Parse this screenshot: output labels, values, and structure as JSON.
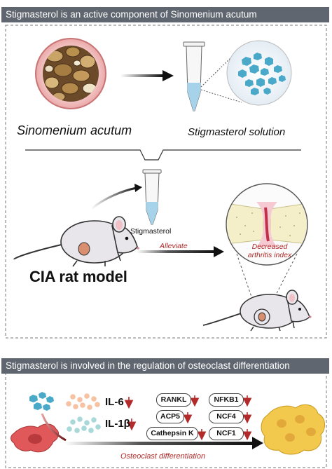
{
  "panel_top": {
    "banner": "Stigmasterol is an active component of Sinomenium acutum",
    "herb_label": "Sinomenium acutum",
    "solution_label": "Stigmasterol solution",
    "tube_label": "Stigmasterol",
    "model_label": "CIA rat model",
    "alleviate_label": "Alleviate",
    "outcome_line1": "Decreased",
    "outcome_line2": "arthritis index"
  },
  "panel_bottom": {
    "banner": "Stigmasterol is involved in the regulation of osteoclast differentiation",
    "cytokines": [
      {
        "label": "IL-6",
        "direction": "down"
      },
      {
        "label": "IL-1β",
        "direction": "down"
      }
    ],
    "markers": [
      {
        "label": "RANKL",
        "direction": "down"
      },
      {
        "label": "NFKB1",
        "direction": "down"
      },
      {
        "label": "ACP5",
        "direction": "down"
      },
      {
        "label": "NCF4",
        "direction": "down"
      },
      {
        "label": "Cathepsin K",
        "direction": "down"
      },
      {
        "label": "NCF1",
        "direction": "down"
      }
    ],
    "process_label": "Osteoclast differentiation"
  },
  "colors": {
    "banner_bg": "#5f6670",
    "crystal_blue": "#4aa9c9",
    "arrow_red": "#b22a2a",
    "osteoclast_yellow": "#f2c94c",
    "macrophage_red": "#e0585a"
  }
}
